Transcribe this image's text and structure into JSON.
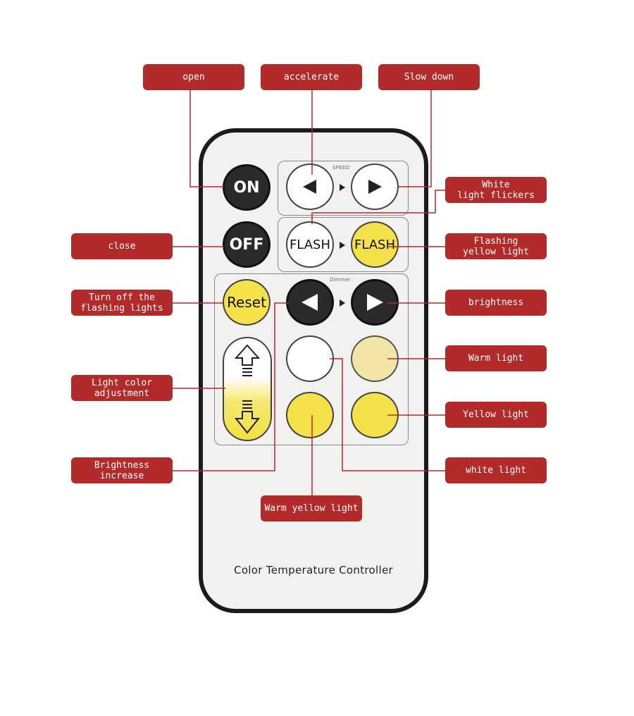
{
  "remote": {
    "on_label": "ON",
    "off_label": "OFF",
    "reset_label": "Reset",
    "speed_label": "SPEED",
    "dimmer_label": "Dimmer",
    "flash_left_label": "FLASH",
    "flash_right_label": "FLASH",
    "footer": "Color Temperature Controller"
  },
  "callouts": {
    "open": "open",
    "accelerate": "accelerate",
    "slow_down": "Slow down",
    "white_light_flickers": "White\nlight flickers",
    "close": "close",
    "flashing_yellow_light": "Flashing\nyellow light",
    "turn_off_flashing": "Turn off the\nflashing lights",
    "brightness": "brightness",
    "warm_light": "Warm light",
    "light_color_adjustment": "Light color\nadjustment",
    "yellow_light": "Yellow light",
    "brightness_increase": "Brightness\nincrease",
    "white_light": "white light",
    "warm_yellow_light": "Warm yellow light"
  },
  "colors": {
    "callout_bg": "#b22a2a",
    "leader_line": "#b22a2a",
    "button_yellow": "#f5e24a",
    "button_warm": "#f3e6a4"
  }
}
